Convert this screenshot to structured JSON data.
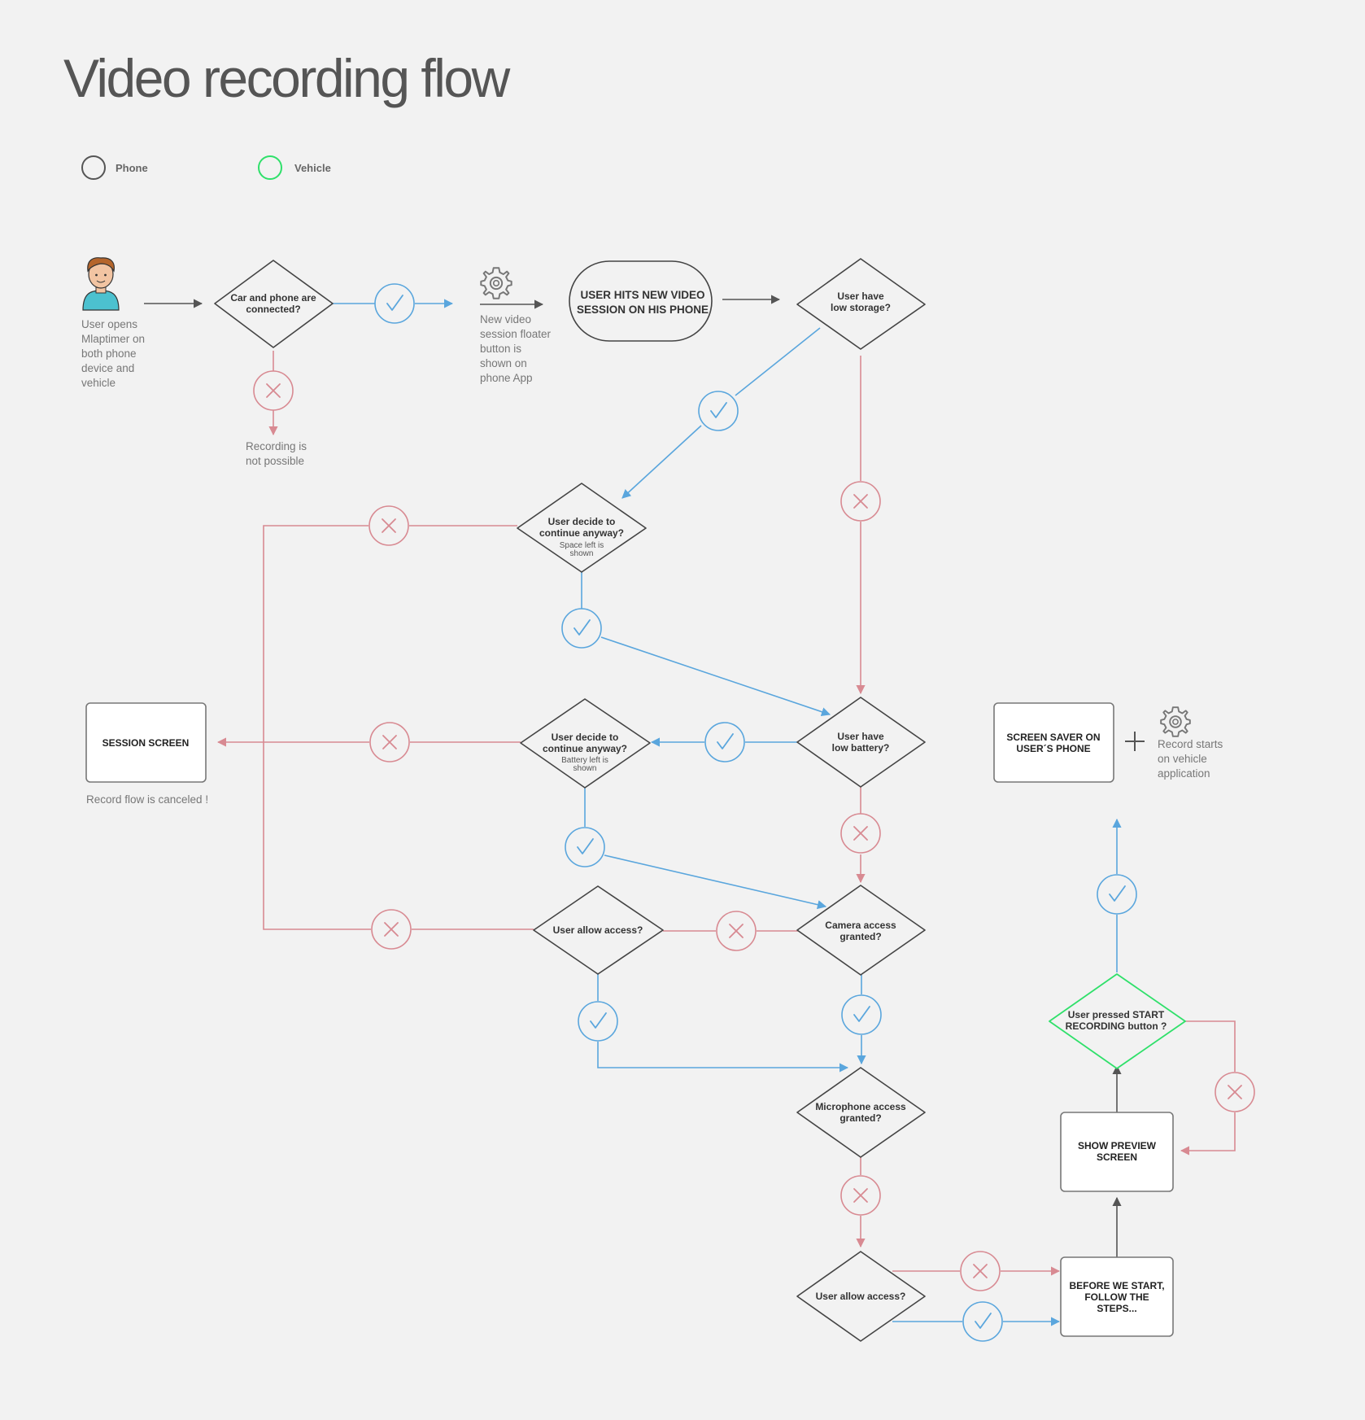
{
  "title": "Video recording flow",
  "legend": {
    "phone": "Phone",
    "vehicle": "Vehicle"
  },
  "colors": {
    "yes": "#5aa6dd",
    "no": "#d88a92",
    "neutral": "#555555",
    "vehicle": "#2fe06a",
    "background": "#f2f2f2"
  },
  "icons": {
    "user": "user-avatar-icon",
    "gear": "gear-icon",
    "check": "check-icon",
    "cross": "cross-icon",
    "plus": "plus-icon"
  },
  "notes": {
    "user_opens": [
      "User opens",
      "Mlaptimer on",
      "both phone",
      "device  and",
      "vehicle"
    ],
    "floater": [
      "New video",
      "session floater",
      "button is",
      "shown on",
      "phone App"
    ],
    "not_possible": [
      "Recording is",
      "not possible"
    ],
    "canceled": "Record flow is canceled !",
    "vehicle_record": [
      "Record starts",
      "on vehicle",
      "application"
    ]
  },
  "decisions": {
    "connected": [
      "Car and phone are",
      "connected?"
    ],
    "low_storage": [
      "User have",
      "low storage?"
    ],
    "continue_storage": {
      "lines": [
        "User decide to",
        "continue anyway?"
      ],
      "sub": [
        "Space left is",
        "shown"
      ]
    },
    "low_battery": [
      "User have",
      "low battery?"
    ],
    "continue_battery": {
      "lines": [
        "User decide to",
        "continue anyway?"
      ],
      "sub": [
        "Battery left is",
        "shown"
      ]
    },
    "camera": [
      "Camera access",
      "granted?"
    ],
    "allow_camera": [
      "User allow access?"
    ],
    "microphone": [
      "Microphone access",
      "granted?"
    ],
    "allow_mic": [
      "User allow access?"
    ],
    "start_recording": [
      "User pressed START",
      "RECORDING button ?"
    ]
  },
  "screens": {
    "new_session": [
      "USER HITS NEW VIDEO",
      "SESSION ON HIS PHONE"
    ],
    "session": [
      "SESSION SCREEN"
    ],
    "screen_saver": [
      "SCREEN SAVER ON",
      "USER´S PHONE"
    ],
    "preview": [
      "SHOW PREVIEW",
      "SCREEN"
    ],
    "before_start": [
      "BEFORE WE START,",
      "FOLLOW THE",
      "STEPS..."
    ]
  }
}
